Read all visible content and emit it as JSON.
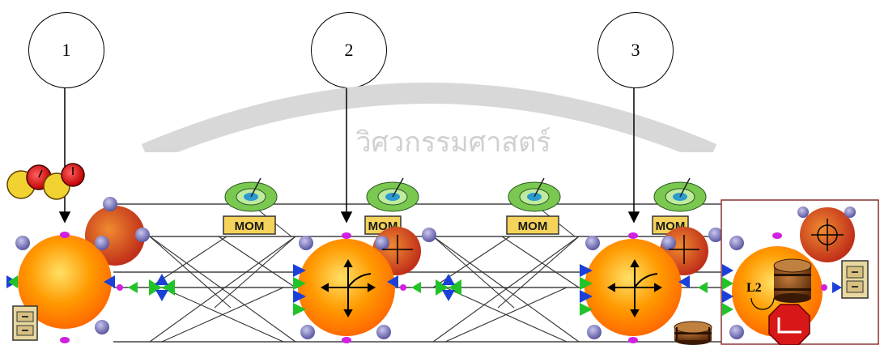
{
  "callouts": [
    {
      "label": "1"
    },
    {
      "label": "2"
    },
    {
      "label": "3"
    }
  ],
  "mom_label": "MOM",
  "l2_label": "L2",
  "watermark": "วิศวกรรมศาสตร์",
  "colors": {
    "node_orange": "#ff9a00",
    "node_dark_orange": "#e0501a",
    "port_blue": "#1a40d8",
    "port_green": "#22c32a",
    "bolt_purple": "#8a86c8",
    "dot_magenta": "#d020e0",
    "line": "#444444",
    "mom_box": "#f5d35a",
    "box_border": "#8a3030"
  },
  "icons": [
    "stopwatch-icon",
    "file-cabinet-icon",
    "barrel-icon",
    "stop-sign-icon",
    "crosshair-icon",
    "curve-axes-icon"
  ]
}
